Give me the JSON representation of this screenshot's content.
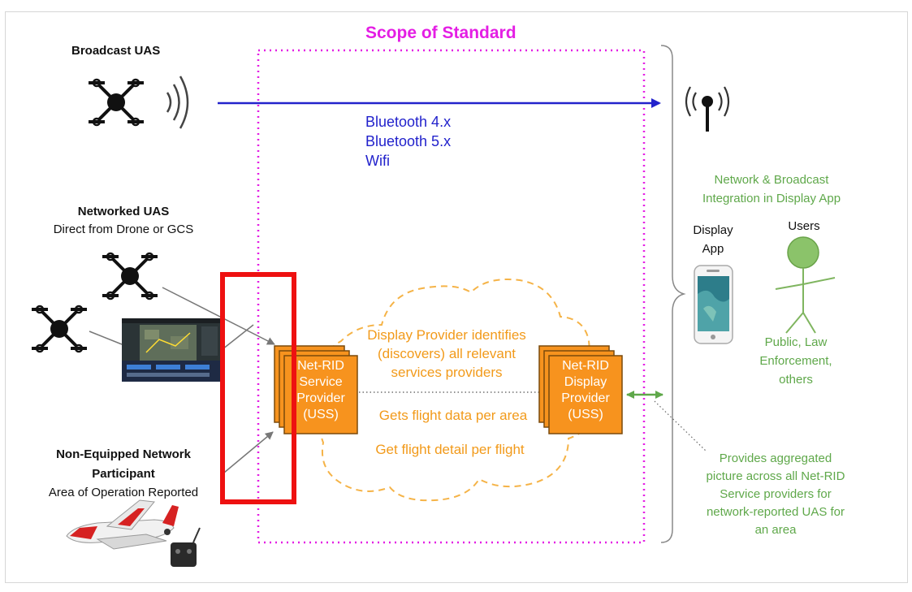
{
  "scope": {
    "title": "Scope of Standard"
  },
  "broadcast": {
    "title": "Broadcast UAS",
    "protocols": [
      "Bluetooth 4.x",
      "Bluetooth 5.x",
      "Wifi"
    ]
  },
  "networked": {
    "title": "Networked UAS",
    "subtitle": "Direct from Drone or GCS"
  },
  "non_equipped": {
    "title_line1": "Non-Equipped Network",
    "title_line2": "Participant",
    "subtitle": "Area of Operation Reported"
  },
  "service_provider": {
    "lines": [
      "Net-RID",
      "Service",
      "Provider",
      "(USS)"
    ]
  },
  "display_provider": {
    "lines": [
      "Net-RID",
      "Display",
      "Provider",
      "(USS)"
    ]
  },
  "cloud": {
    "lines": [
      "Display Provider identifies",
      "(discovers) all relevant",
      "services providers"
    ],
    "data_per_area": "Gets flight data per area",
    "detail_per_flight": "Get flight detail per flight"
  },
  "integration": {
    "lines": [
      "Network & Broadcast",
      "Integration in Display App"
    ]
  },
  "display_app": {
    "lines": [
      "Display",
      "App"
    ]
  },
  "users": {
    "title": "Users",
    "roles": [
      "Public, Law",
      "Enforcement,",
      "others"
    ]
  },
  "aggregated": {
    "lines": [
      "Provides aggregated",
      "picture across all Net-RID",
      "Service providers for",
      "network-reported UAS for",
      "an area"
    ]
  },
  "colors": {
    "scope": "#e41ee4",
    "broadcast_link": "#2222cc",
    "provider_box": "#f7931e",
    "cloud": "#f5b347",
    "green": "#5fa84a",
    "highlight": "#ee1111"
  }
}
